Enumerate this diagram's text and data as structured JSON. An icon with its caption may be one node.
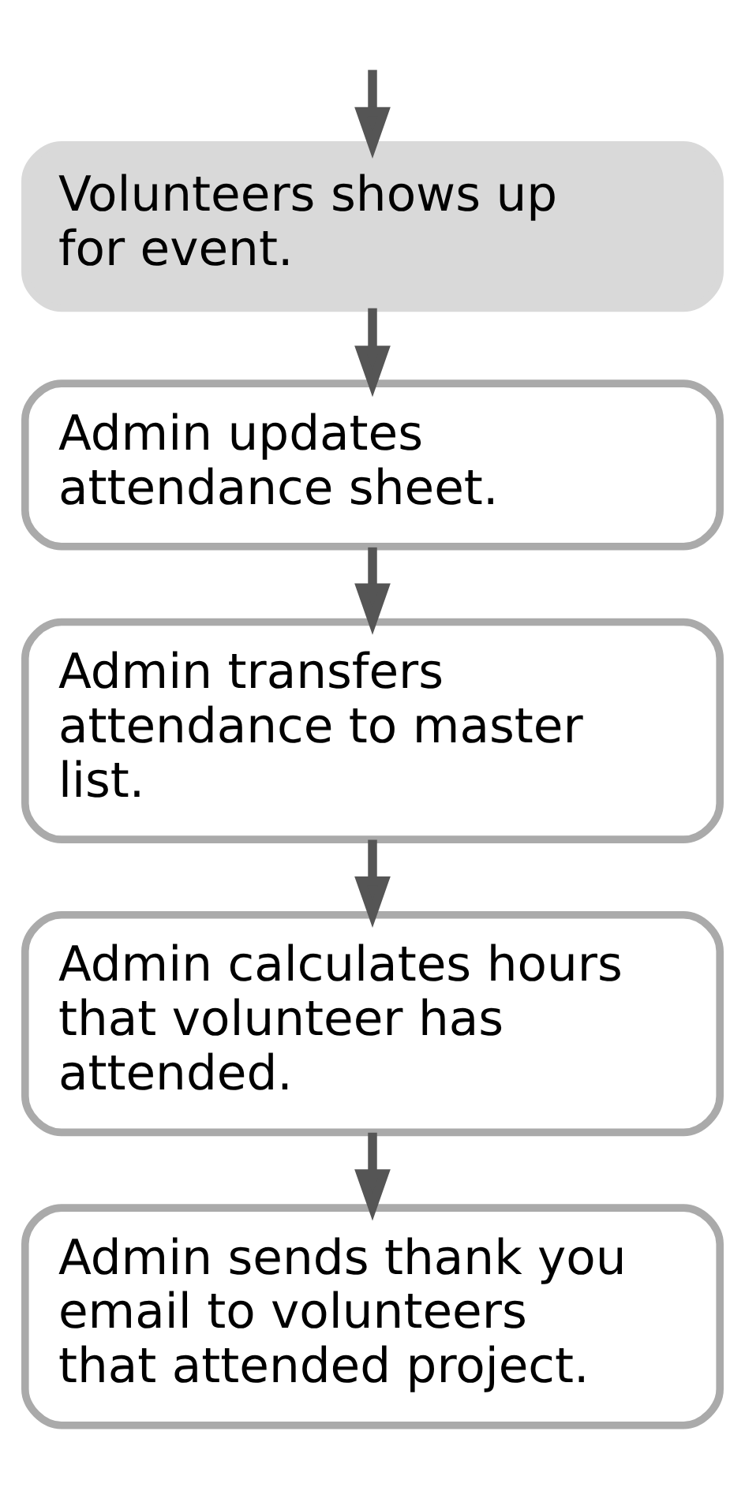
{
  "diagram": {
    "nodes": [
      {
        "text": [
          "Volunteers shows up for event."
        ]
      },
      {
        "text": [
          "Admin updates attendance sheet."
        ]
      },
      {
        "text": [
          "Admin transfers attendance to master list."
        ]
      },
      {
        "text": [
          "Admin calculates hours that volunteer has attended."
        ]
      },
      {
        "text": [
          "Admin sends thank you email to volunteers that attended project."
        ]
      }
    ],
    "edges": [
      {
        "from": null,
        "to": 0,
        "arrow": "to"
      },
      {
        "from": 0,
        "to": 1,
        "arrow": "to"
      },
      {
        "from": 1,
        "to": 2,
        "arrow": "to"
      },
      {
        "from": 2,
        "to": 3,
        "arrow": "to"
      },
      {
        "from": 3,
        "to": 4,
        "arrow": "to"
      }
    ]
  }
}
